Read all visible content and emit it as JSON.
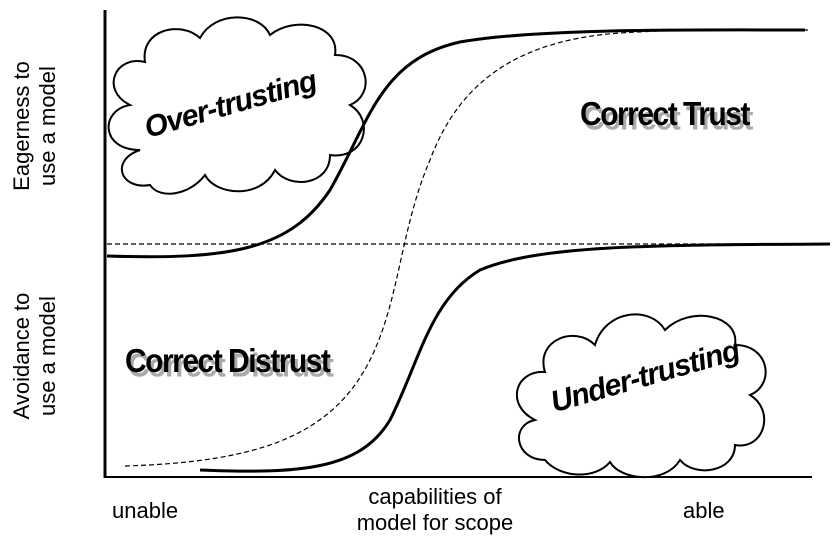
{
  "y_axis": {
    "upper_label": [
      "Eagerness to",
      "use a model"
    ],
    "lower_label": [
      "Avoidance to",
      "use a model"
    ]
  },
  "x_axis": {
    "left_label": "unable",
    "center_label": [
      "capabilities of",
      "model for scope"
    ],
    "right_label": "able"
  },
  "regions": {
    "over_trusting": "Over-trusting",
    "correct_trust": "Correct Trust",
    "correct_distrust": "Correct Distrust",
    "under_trusting": "Under-trusting"
  }
}
